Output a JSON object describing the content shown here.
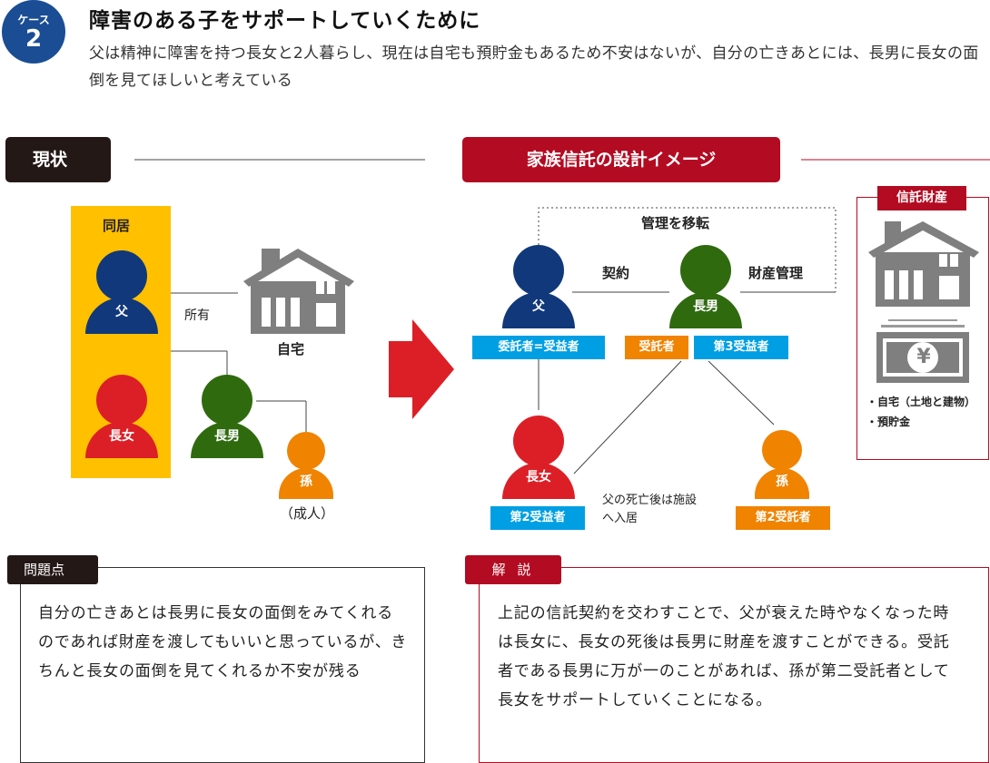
{
  "header": {
    "case_label": "ケース",
    "case_number": "2",
    "title": "障害のある子をサポートしていくために",
    "description": "父は精神に障害を持つ長女と2人暮らし、現在は自宅も預貯金もあるため不安はないが、自分の亡きあとには、長男に長女の面倒を見てほしいと考えている"
  },
  "current": {
    "section_label": "現状",
    "cohabit_label": "同居",
    "father": "父",
    "eldest_daughter": "長女",
    "eldest_son": "長男",
    "grandchild": "孫",
    "grandchild_note": "（成人）",
    "owns_label": "所有",
    "home_label": "自宅"
  },
  "design": {
    "section_label": "家族信託の設計イメージ",
    "transfer_label": "管理を移転",
    "contract_label": "契約",
    "asset_mgmt_label": "財産管理",
    "father": "父",
    "father_role": "委託者=受益者",
    "eldest_son": "長男",
    "son_role_trustee": "受託者",
    "son_role_beneficiary": "第3受益者",
    "eldest_daughter": "長女",
    "daughter_role": "第2受益者",
    "daughter_note_1": "父の死亡後は施設",
    "daughter_note_2": "へ入居",
    "grandchild": "孫",
    "grandchild_role": "第2受託者"
  },
  "trust_assets": {
    "label": "信託財産",
    "yen_symbol": "¥",
    "items": [
      "・自宅（土地と建物）",
      "・預貯金"
    ]
  },
  "problem": {
    "label": "問題点",
    "text": "自分の亡きあとは長男に長女の面倒をみてくれるのであれば財産を渡してもいいと思っているが、きちんと長女の面倒を見てくれるか不安が残る"
  },
  "explanation": {
    "label": "解 説",
    "text": "上記の信託契約を交わすことで、父が衰えた時やなくなった時は長女に、長女の死後は長男に財産を渡すことができる。受託者である長男に万が一のことがあれば、孫が第二受託者として長女をサポートしていくことになる。"
  },
  "colors": {
    "navy": "#11387a",
    "red": "#dc1f26",
    "green": "#2f6a0f",
    "orange": "#f08300",
    "yellow": "#ffc000",
    "crimson": "#b30b22",
    "cyan": "#009fe3",
    "gray": "#7f7f7f"
  }
}
